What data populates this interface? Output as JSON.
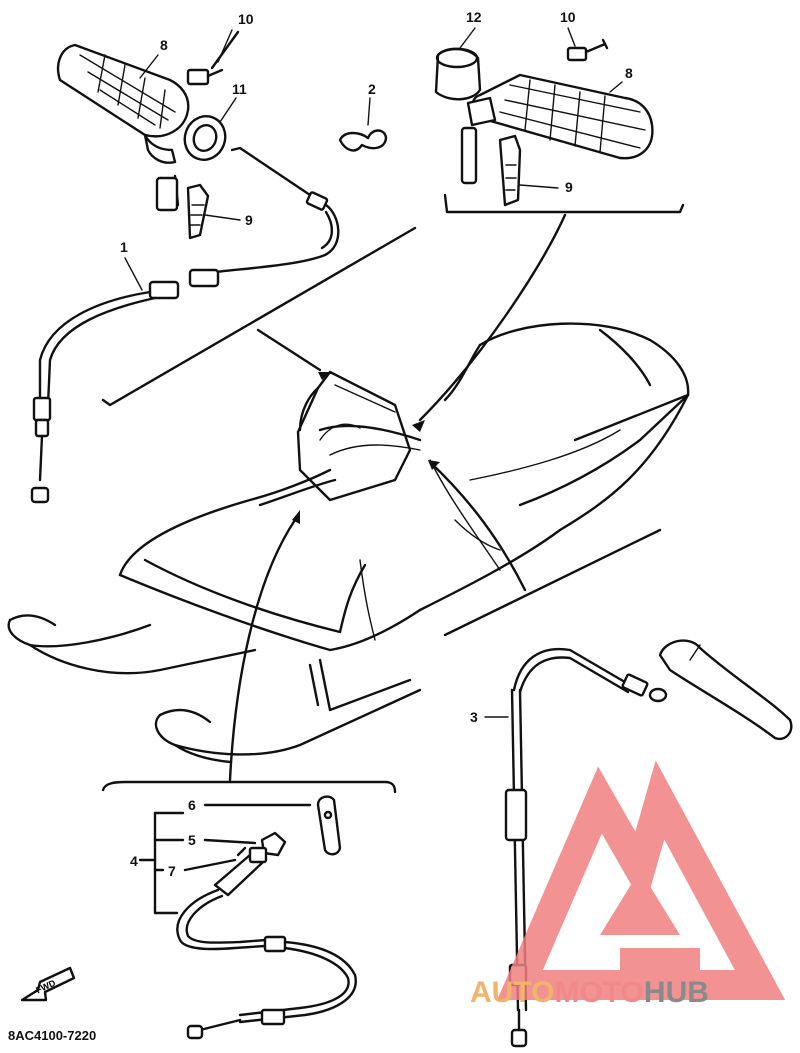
{
  "diagram": {
    "part_code": "8AC4100-7220",
    "fwd_label": "FWD",
    "callouts": {
      "c1": "1",
      "c2": "2",
      "c3": "3",
      "c4": "4",
      "c5": "5",
      "c6": "6",
      "c7": "7",
      "c8a": "8",
      "c8b": "8",
      "c9a": "9",
      "c9b": "9",
      "c10a": "10",
      "c10b": "10",
      "c11": "11",
      "c12": "12"
    }
  },
  "watermark": {
    "part1": "AUTO",
    "part2": "MOTO",
    "part3": "HUB",
    "colors": {
      "part1": "#f2b36b",
      "part2": "#f08a8a",
      "part3": "#8a8a8a",
      "logo": "#f07f7f"
    }
  }
}
